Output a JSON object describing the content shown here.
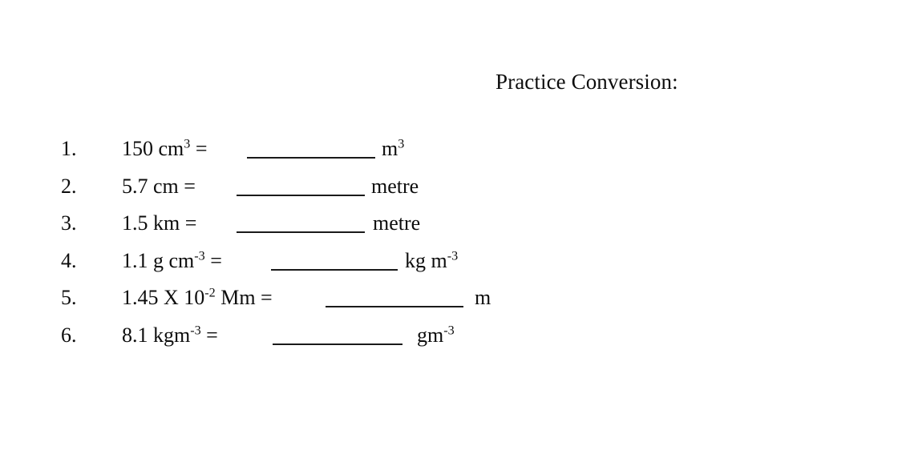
{
  "document": {
    "title": "Practice Conversion:",
    "background_color": "#ffffff",
    "text_color": "#0d0d0d"
  },
  "problems": [
    {
      "number": "1.",
      "lhs": "150 cm",
      "lhs_sup": "3",
      "equals": "=",
      "blank": "__________",
      "rhs": "m",
      "rhs_sup": "3"
    },
    {
      "number": "2.",
      "lhs": "5.7 cm",
      "lhs_sup": "",
      "equals": "=",
      "blank": "__________",
      "rhs": "metre",
      "rhs_sup": ""
    },
    {
      "number": "3.",
      "lhs": "1.5 km",
      "lhs_sup": "",
      "equals": "=",
      "blank": "__________",
      "rhs": "metre",
      "rhs_sup": ""
    },
    {
      "number": "4.",
      "lhs": "1.1 g cm",
      "lhs_sup": "-3",
      "equals": "=",
      "blank": "__________",
      "rhs": "kg m",
      "rhs_sup": "-3"
    },
    {
      "number": "5.",
      "lhs_pre": "1.45 X 10",
      "lhs_sup": "-2",
      "lhs_post": " Mm",
      "lhs": "1.45 X 10",
      "equals": "=",
      "blank": "___________",
      "rhs": "m",
      "rhs_sup": ""
    },
    {
      "number": "6.",
      "lhs": "8.1 kgm",
      "lhs_sup": "-3",
      "equals": "=",
      "blank": "___________",
      "rhs": "gm",
      "rhs_sup": "-3"
    }
  ]
}
